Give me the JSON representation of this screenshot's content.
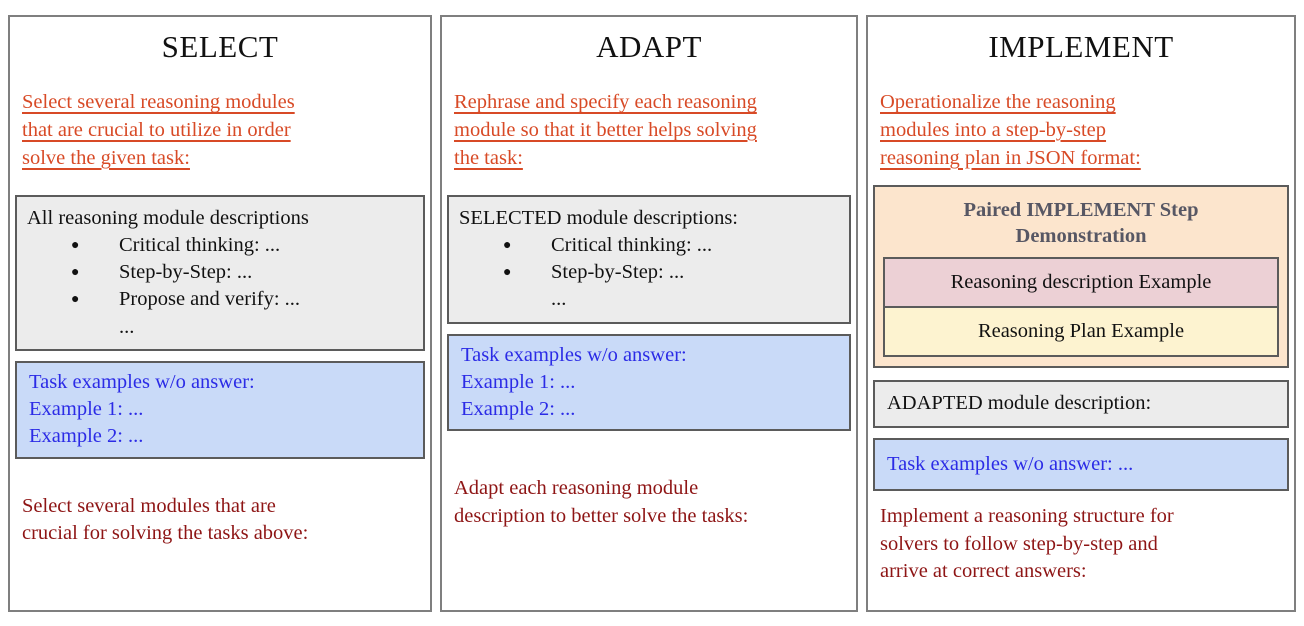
{
  "colors": {
    "panel_border": "#7f7f7f",
    "box_border": "#5b5b5b",
    "accent_orange": "#d84a26",
    "dark_red": "#8e1515",
    "blue_text": "#2b2be6",
    "blue_box_bg": "#c9daf8",
    "gray_box_bg": "#ececec",
    "peach_box_bg": "#fce5cd",
    "pink_box_bg": "#ecd0d5",
    "yellow_box_bg": "#fdf3d0",
    "demo_header_text": "#575764"
  },
  "bullet_char": "●",
  "panels": [
    {
      "title": "SELECT",
      "instruction_lines": [
        "Select several reasoning modules",
        "that are crucial to utilize in order",
        "solve the given task:"
      ],
      "modules_box": {
        "heading": "All reasoning module descriptions",
        "bullets": [
          "Critical thinking: ...",
          "Step-by-Step: ...",
          "Propose and verify: ..."
        ],
        "more": "..."
      },
      "task_box_lines": [
        "Task examples w/o answer:",
        "Example 1: ...",
        "Example 2: ..."
      ],
      "footer_lines": [
        "Select several modules that are",
        "crucial for solving the tasks above:"
      ]
    },
    {
      "title": "ADAPT",
      "instruction_lines": [
        "Rephrase and specify each reasoning",
        "module so that it better helps solving",
        "the task:"
      ],
      "modules_box": {
        "heading": "SELECTED module descriptions:",
        "bullets": [
          "Critical thinking: ...",
          "Step-by-Step: ..."
        ],
        "more": "..."
      },
      "task_box_lines": [
        "Task examples w/o answer:",
        "Example 1: ...",
        "Example 2: ..."
      ],
      "footer_lines": [
        "Adapt each reasoning module",
        "description to better solve the tasks:"
      ]
    },
    {
      "title": "IMPLEMENT",
      "instruction_lines": [
        "Operationalize the reasoning",
        "modules into a step-by-step",
        "reasoning plan in JSON format:"
      ],
      "demo_box": {
        "header": "Paired IMPLEMENT Step Demonstration",
        "pink_label": "Reasoning description Example",
        "yellow_label": "Reasoning Plan Example"
      },
      "adapted_box_label": "ADAPTED module description:",
      "task_box_line": "Task examples w/o answer: ...",
      "footer_lines": [
        "Implement a reasoning structure for",
        "solvers to follow step-by-step and",
        "arrive at correct answers:"
      ]
    }
  ]
}
